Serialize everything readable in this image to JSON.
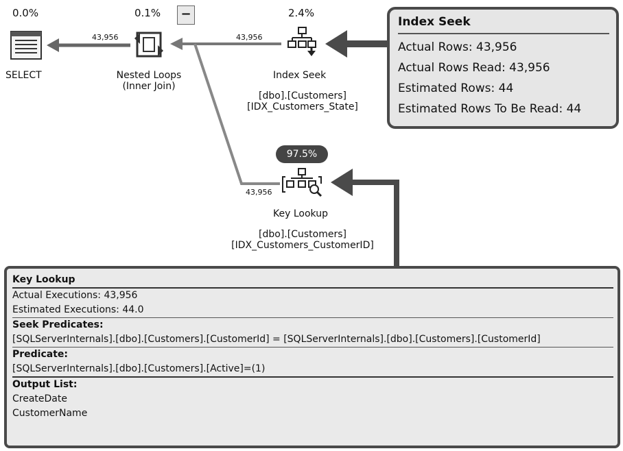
{
  "operators": {
    "select": {
      "cost": "0.0%",
      "label": "SELECT"
    },
    "nested_loops": {
      "cost": "0.1%",
      "label_line1": "Nested Loops",
      "label_line2": "(Inner Join)"
    },
    "index_seek": {
      "cost": "2.4%",
      "label": "Index Seek",
      "object_line1": "[dbo].[Customers]",
      "object_line2": "[IDX_Customers_State]"
    },
    "key_lookup": {
      "cost": "97.5%",
      "label": "Key Lookup",
      "object_line1": "[dbo].[Customers]",
      "object_line2": "[IDX_Customers_CustomerID]"
    }
  },
  "collapse_button": {
    "label": "−"
  },
  "arrows": {
    "nested_to_select": "43,956",
    "seek_to_nested": "43,956",
    "lookup_to_nested": "43,956"
  },
  "index_seek_tooltip": {
    "title": "Index Seek",
    "lines": [
      "Actual Rows:  43,956",
      "Actual Rows Read:  43,956",
      "Estimated Rows:  44",
      "Estimated Rows To Be Read:  44"
    ]
  },
  "key_lookup_tooltip": {
    "title": "Key Lookup",
    "actual_executions": "Actual Executions:  43,956",
    "estimated_executions": "Estimated Executions:  44.0",
    "seek_predicates_heading": "Seek Predicates:",
    "seek_predicates_value": "[SQLServerInternals].[dbo].[Customers].[CustomerId] = [SQLServerInternals].[dbo].[Customers].[CustomerId]",
    "predicate_heading": "Predicate:",
    "predicate_value": "[SQLServerInternals].[dbo].[Customers].[Active]=(1)",
    "output_list_heading": "Output List:",
    "output_list": [
      "CreateDate",
      "CustomerName"
    ]
  },
  "colors": {
    "arrow": "#555555",
    "callout": "#4a4a4a",
    "pill": "#444444"
  }
}
